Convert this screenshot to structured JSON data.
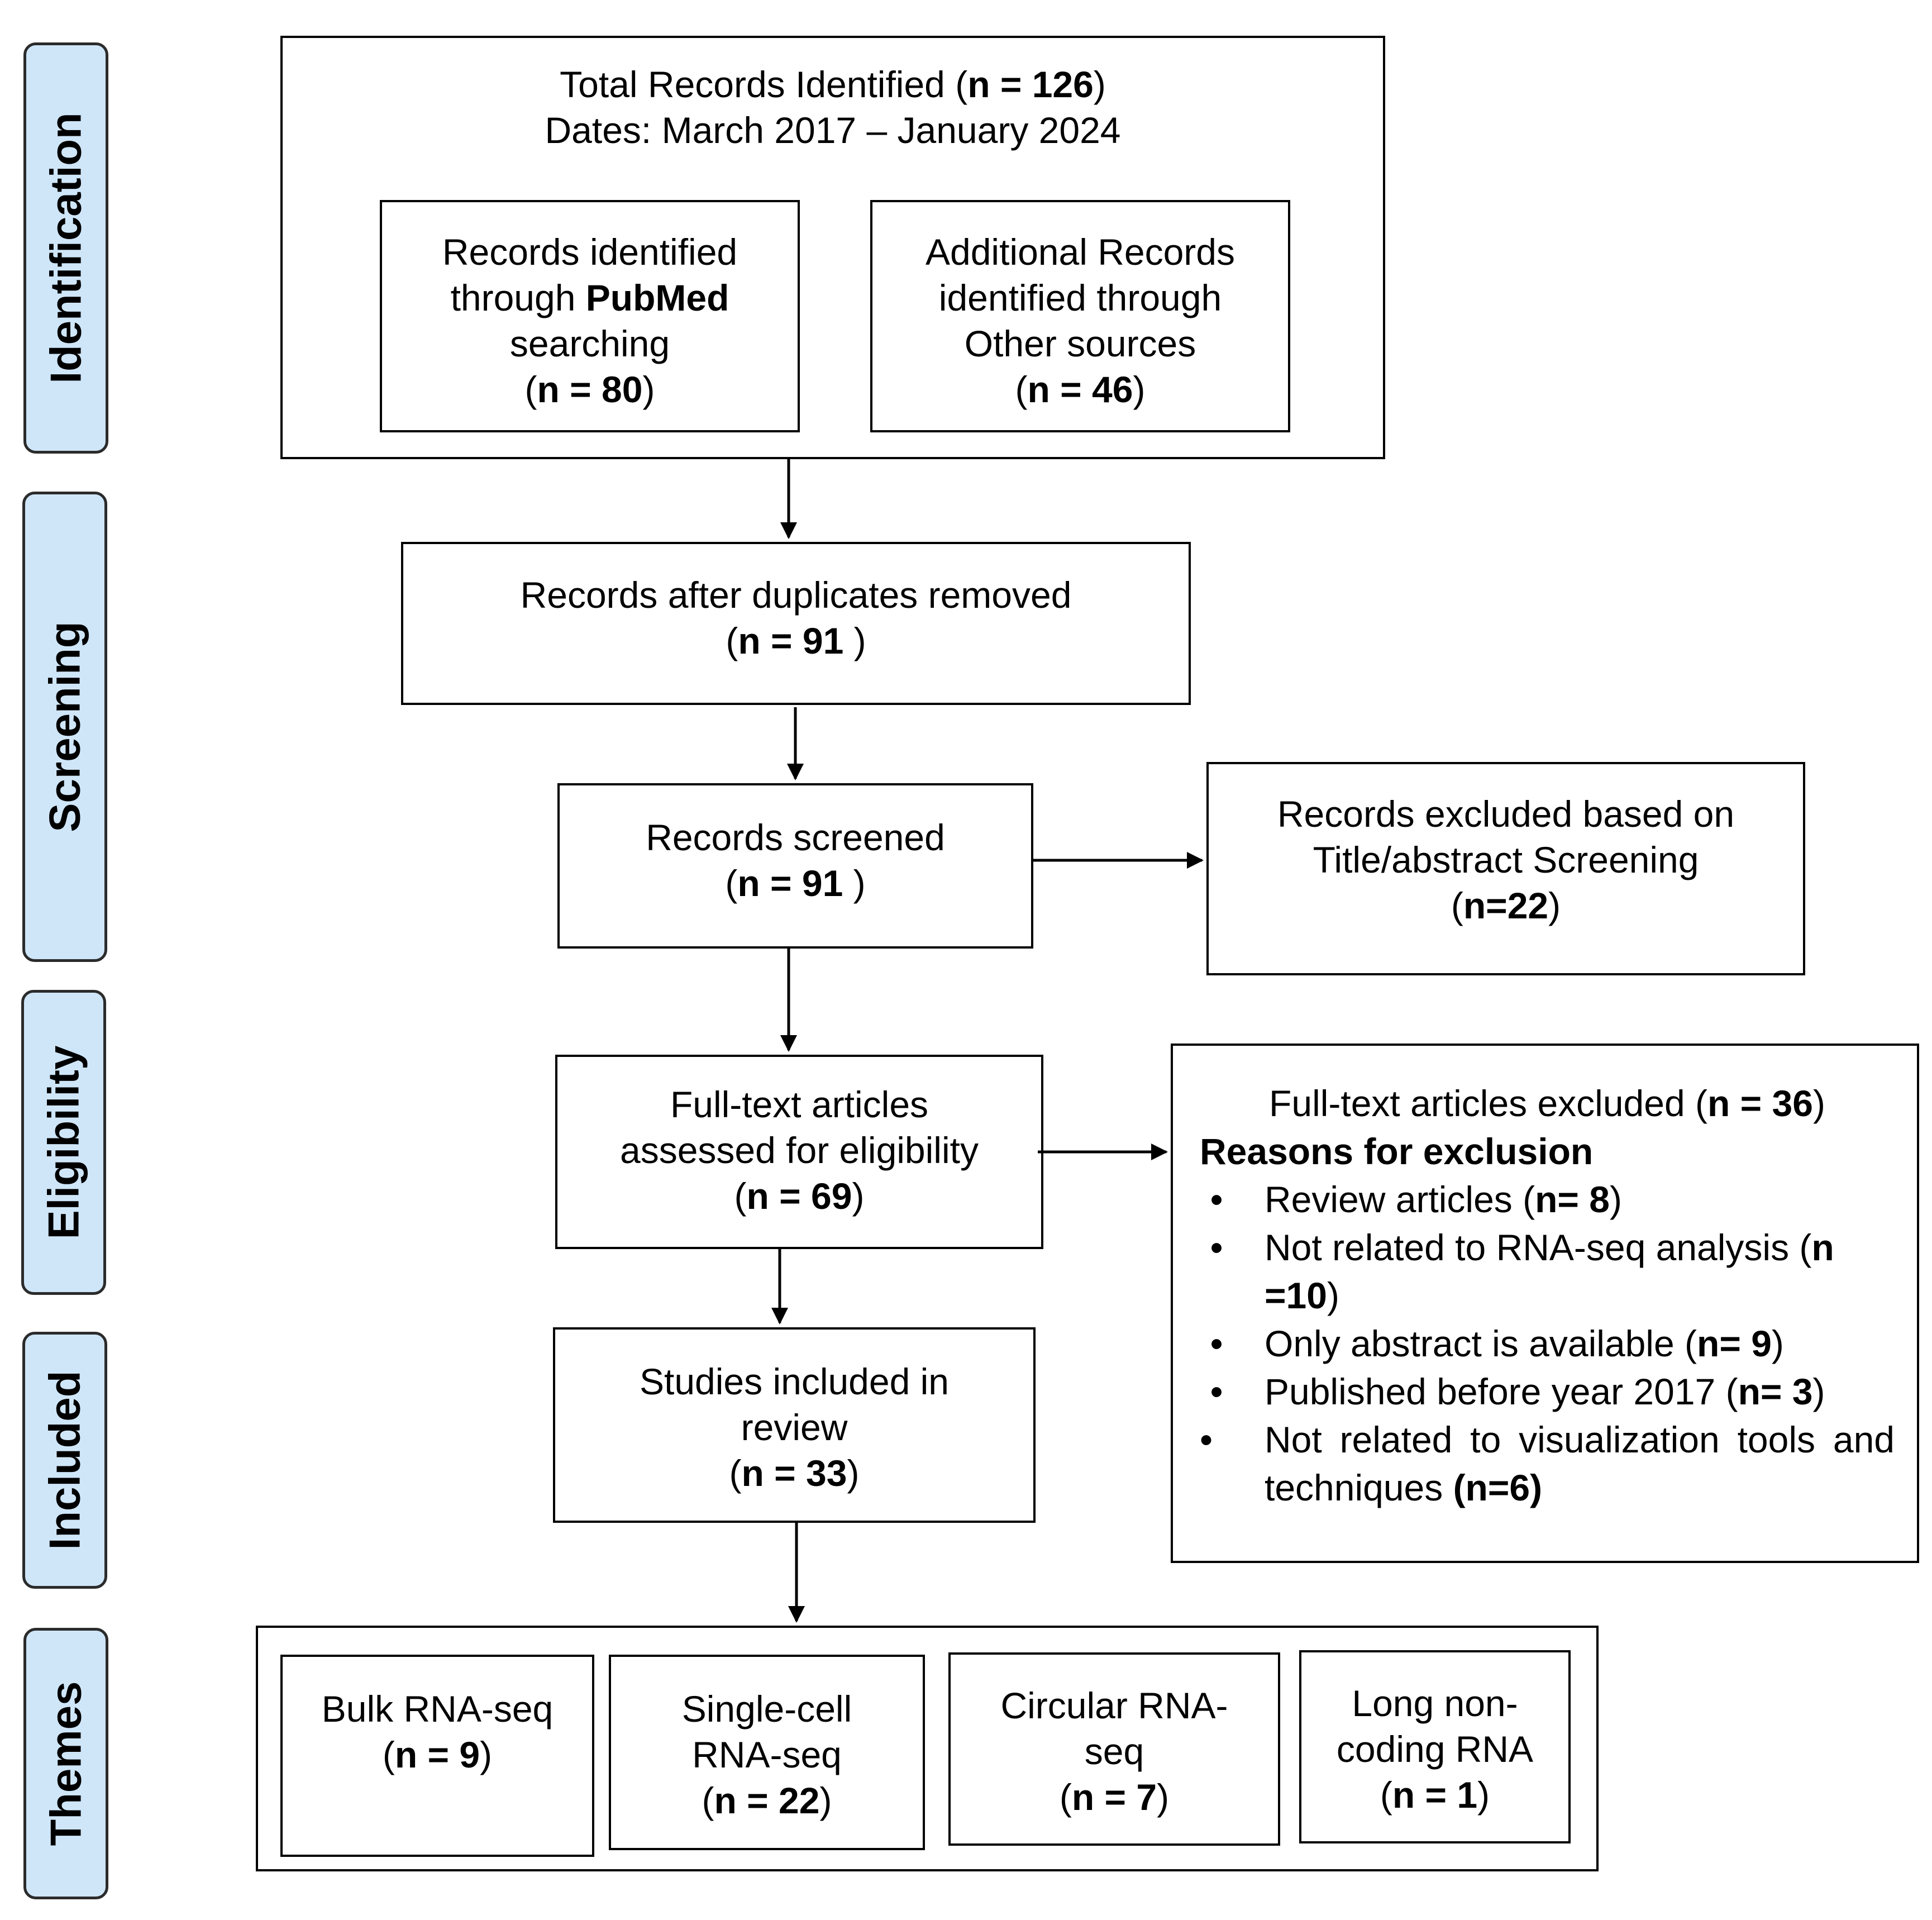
{
  "phases": {
    "identification": "Identification",
    "screening": "Screening",
    "eligibility": "Eligibility",
    "included": "Included",
    "themes": "Themes"
  },
  "total": {
    "prefix": "Total Records Identified (",
    "n": "n = 126",
    "suffix": ")",
    "dates": "Dates: March 2017 – January 2024"
  },
  "pubmed": {
    "line1": "Records identified",
    "line2_prefix": "through ",
    "line2_bold": "PubMed",
    "line3": "searching",
    "n": "n = 80"
  },
  "other": {
    "line1": "Additional Records",
    "line2": "identified through",
    "line3": "Other sources",
    "n": "n = 46"
  },
  "duplicates": {
    "line1": "Records after duplicates removed",
    "n": "n = 91",
    "close": " )"
  },
  "screened": {
    "line1": "Records screened",
    "n": "n =  91",
    "close": " )"
  },
  "excluded_title": {
    "line1": "Records excluded based on",
    "line2": "Title/abstract Screening",
    "n": "n=22"
  },
  "fulltext": {
    "line1": "Full-text articles",
    "line2": "assessed for eligibility",
    "n": "n =  69"
  },
  "fulltext_excluded": {
    "prefix": "Full-text articles excluded (",
    "n": "n = 36",
    "suffix": ")",
    "reasons_heading": "Reasons for exclusion",
    "bullet": "•",
    "items": [
      {
        "text": "Review articles (",
        "n": "n= 8",
        "close": ")"
      },
      {
        "text": "Not related to RNA-seq analysis (",
        "n": "n =10",
        "close": ")"
      },
      {
        "text": "Only abstract is available (",
        "n": "n= 9",
        "close": ")"
      },
      {
        "text": "Published before year 2017 (",
        "n": "n= 3",
        "close": ")"
      },
      {
        "text": "Not related to visualization tools and techniques ",
        "n": "(n=6)",
        "close": ""
      }
    ]
  },
  "included": {
    "line1": "Studies included in",
    "line2": "review",
    "n": "n = 33"
  },
  "themes": [
    {
      "line1": "Bulk RNA-seq",
      "line2": "",
      "n": "n = 9"
    },
    {
      "line1": "Single-cell",
      "line2": "RNA-seq",
      "n": "n = 22"
    },
    {
      "line1": "Circular RNA-",
      "line2": "seq",
      "n": "n = 7"
    },
    {
      "line1": "Long non-",
      "line2": "coding RNA",
      "n": "n = 1"
    }
  ]
}
